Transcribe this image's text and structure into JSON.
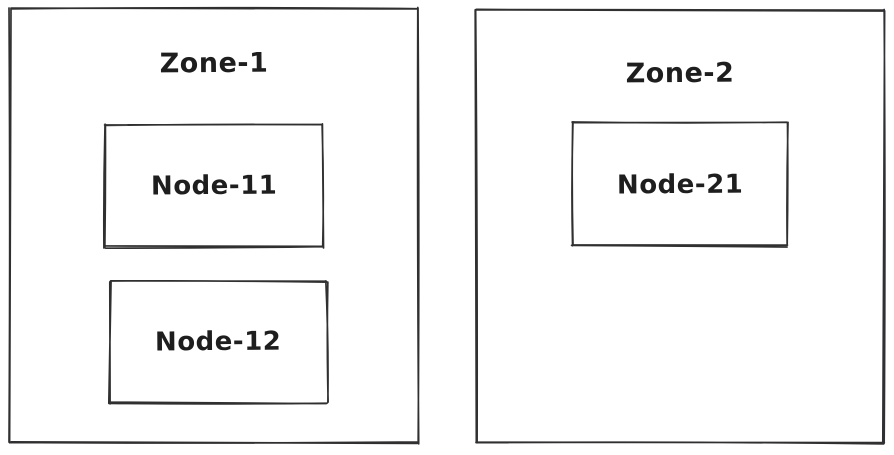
{
  "colors": {
    "stroke": "#1e1e1e",
    "background": "#ffffff"
  },
  "diagram": {
    "zones": [
      {
        "label": "Zone-1",
        "nodes": [
          {
            "label": "Node-11"
          },
          {
            "label": "Node-12"
          }
        ]
      },
      {
        "label": "Zone-2",
        "nodes": [
          {
            "label": "Node-21"
          }
        ]
      }
    ]
  }
}
